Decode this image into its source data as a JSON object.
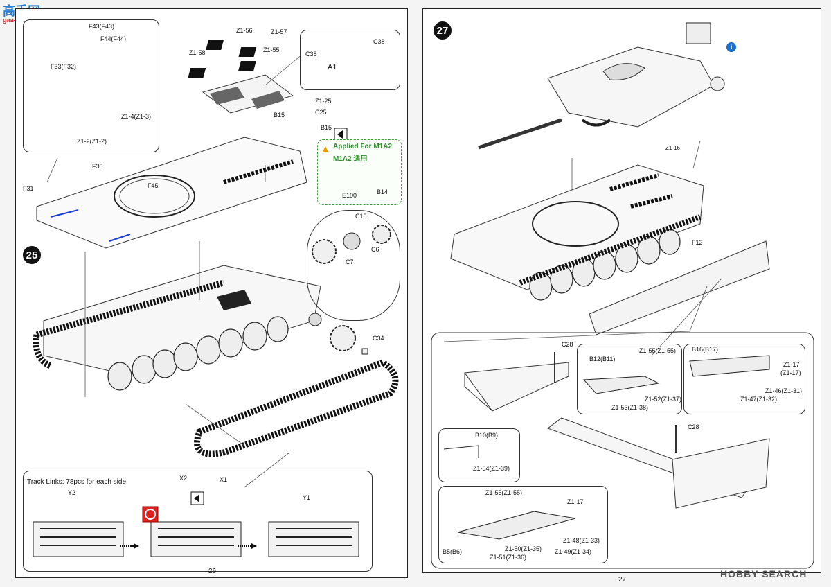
{
  "watermark_top": {
    "cn": "高手网",
    "url": "gaa-shou.com"
  },
  "watermark_bottom": {
    "brand": "HOBBY SEARCH"
  },
  "left_page": {
    "step": "25",
    "page_number": "26",
    "inset_f": {
      "labels": [
        "F43(F43)",
        "F44(F44)",
        "F33(F32)",
        "Z1-4(Z1-3)",
        "Z1-2(Z1-2)"
      ]
    },
    "hull_labels": [
      "F30",
      "F31",
      "F45"
    ],
    "grille_labels": [
      "Z1-56",
      "Z1-57",
      "Z1-58",
      "Z1-55",
      "B15"
    ],
    "inset_a1": {
      "labels": [
        "C38",
        "C38",
        "A1"
      ]
    },
    "small_parts": [
      "Z1-25",
      "C25",
      "B15"
    ],
    "applied": {
      "title1": "Applied For M1A2",
      "title2": "M1A2 适用",
      "labels": [
        "E100",
        "B14"
      ]
    },
    "sprocket_labels": [
      "C10",
      "C6",
      "C7"
    ],
    "idler_label": "C34",
    "track_box": {
      "title": "Track Links: 78pcs for each side.",
      "labels": [
        "Y2",
        "X2",
        "X1",
        "Y1"
      ]
    }
  },
  "right_page": {
    "step": "27",
    "page_number": "27",
    "info_icon": "i",
    "labels": [
      "Z1-16",
      "F12",
      "C28",
      "C28"
    ],
    "box_b12": {
      "labels": [
        "B12(B11)",
        "Z1-55(Z1-55)",
        "Z1-52(Z1-37)",
        "Z1-53(Z1-38)"
      ]
    },
    "box_b16": {
      "labels": [
        "B16(B17)",
        "Z1-17",
        "(Z1-17)",
        "Z1-46(Z1-31)",
        "Z1-47(Z1-32)"
      ]
    },
    "box_b10": {
      "labels": [
        "B10(B9)",
        "Z1-54(Z1-39)"
      ]
    },
    "box_b5": {
      "labels": [
        "Z1-55(Z1-55)",
        "Z1-17",
        "B5(B6)",
        "Z1-50(Z1-35)",
        "Z1-48(Z1-33)",
        "Z1-51(Z1-36)",
        "Z1-49(Z1-34)"
      ]
    }
  }
}
